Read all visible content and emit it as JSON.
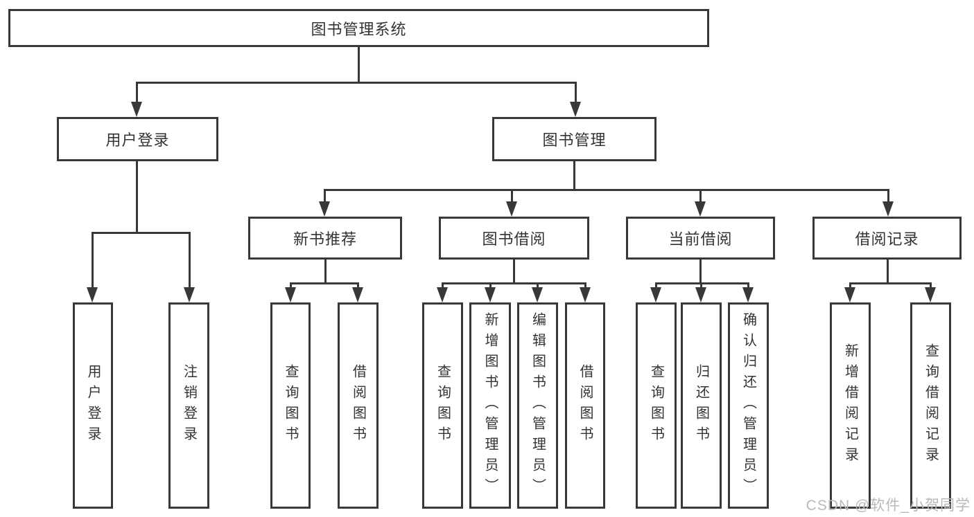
{
  "tree": {
    "label": "图书管理系统",
    "children": [
      {
        "label": "用户登录",
        "children": [
          {
            "label": "用户登录"
          },
          {
            "label": "注销登录"
          }
        ]
      },
      {
        "label": "图书管理",
        "children": [
          {
            "label": "新书推荐",
            "children": [
              {
                "label": "查询图书"
              },
              {
                "label": "借阅图书"
              }
            ]
          },
          {
            "label": "图书借阅",
            "children": [
              {
                "label": "查询图书"
              },
              {
                "label": "新增图书（管理员）"
              },
              {
                "label": "编辑图书（管理员）"
              },
              {
                "label": "借阅图书"
              }
            ]
          },
          {
            "label": "当前借阅",
            "children": [
              {
                "label": "查询图书"
              },
              {
                "label": "归还图书"
              },
              {
                "label": "确认归还（管理员）"
              }
            ]
          },
          {
            "label": "借阅记录",
            "children": [
              {
                "label": "新增借阅记录"
              },
              {
                "label": "查询借阅记录"
              }
            ]
          }
        ]
      }
    ]
  },
  "watermark": {
    "text": "CSDN @软件_小贺同学"
  },
  "colors": {
    "line": "#383838",
    "text": "#333333",
    "watermark": "#b9b9b9",
    "background": "#ffffff"
  }
}
